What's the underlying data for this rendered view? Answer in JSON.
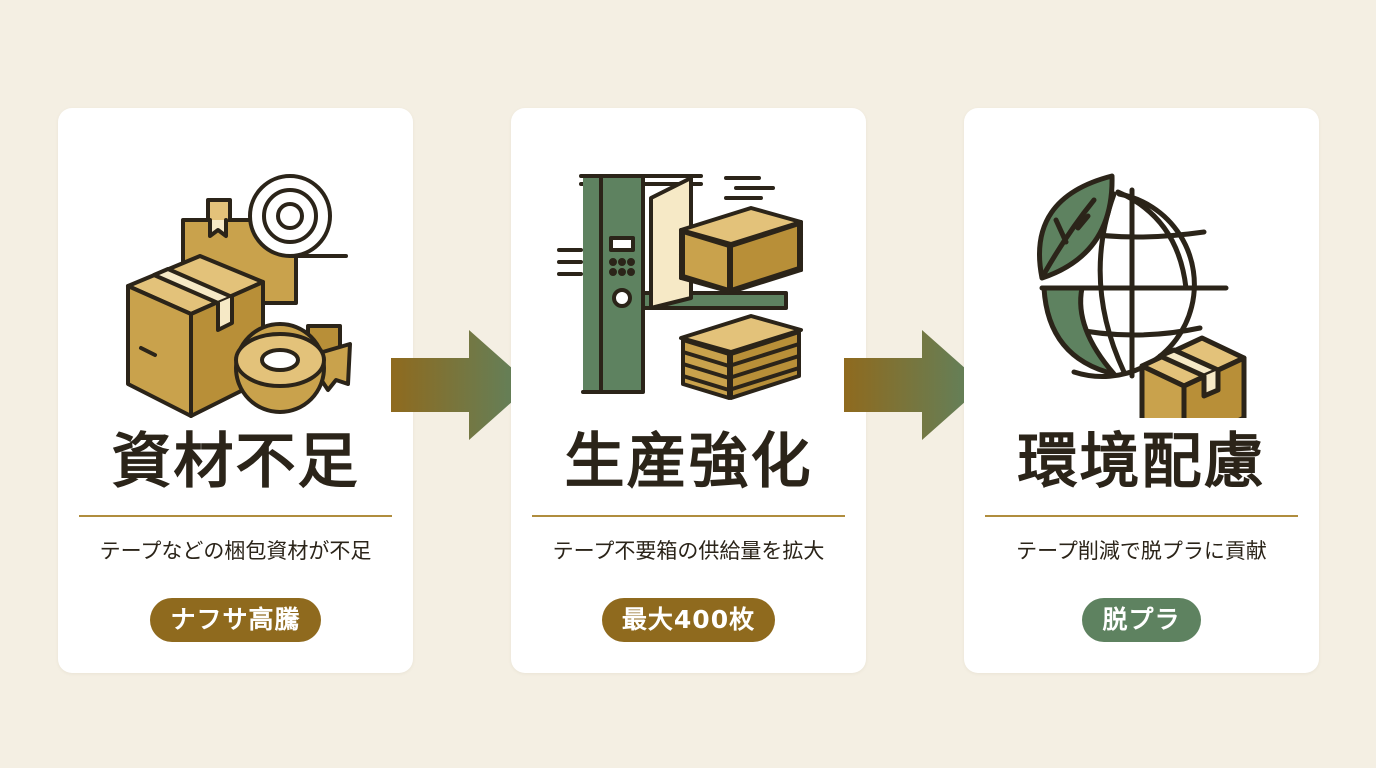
{
  "colors": {
    "background": "#f4efe3",
    "card": "#ffffff",
    "accent_gold": "#8f6a1e",
    "accent_green": "#5e8260",
    "divider": "#b08d3e",
    "text": "#2b2419"
  },
  "steps": [
    {
      "icon": "cardboard-box-and-tape-icon",
      "title": "資材不足",
      "description": "テープなどの梱包資材が不足",
      "badge": "ナフサ高騰",
      "badge_color": "#8f6a1e"
    },
    {
      "icon": "box-production-machine-icon",
      "title": "生産強化",
      "description": "テープ不要箱の供給量を拡大",
      "badge": "最大400枚",
      "badge_color": "#8f6a1e"
    },
    {
      "icon": "eco-globe-leaf-box-icon",
      "title": "環境配慮",
      "description": "テープ削減で脱プラに貢献",
      "badge": "脱プラ",
      "badge_color": "#5e8260"
    }
  ],
  "arrows": [
    {
      "icon": "arrow-right-icon"
    },
    {
      "icon": "arrow-right-icon"
    }
  ]
}
